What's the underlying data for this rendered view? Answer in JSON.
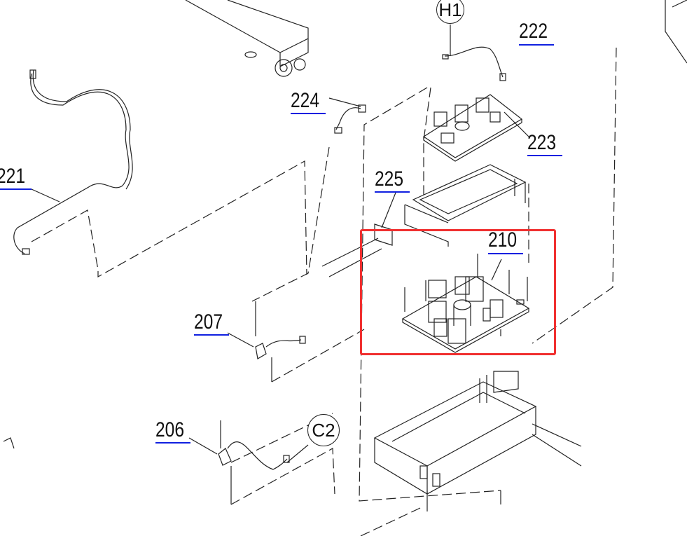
{
  "diagram": {
    "part_callouts": [
      {
        "id": "222",
        "label": "222"
      },
      {
        "id": "224",
        "label": "224"
      },
      {
        "id": "223",
        "label": "223"
      },
      {
        "id": "221",
        "label": "221"
      },
      {
        "id": "225",
        "label": "225"
      },
      {
        "id": "210",
        "label": "210"
      },
      {
        "id": "207",
        "label": "207"
      },
      {
        "id": "206",
        "label": "206"
      }
    ],
    "reference_circles": [
      {
        "id": "H1",
        "label": "H1"
      },
      {
        "id": "C2",
        "label": "C2"
      }
    ],
    "highlighted_part": "210",
    "colors": {
      "highlight": "#f03030",
      "link_underline": "#1020e0",
      "line": "#222222"
    }
  }
}
